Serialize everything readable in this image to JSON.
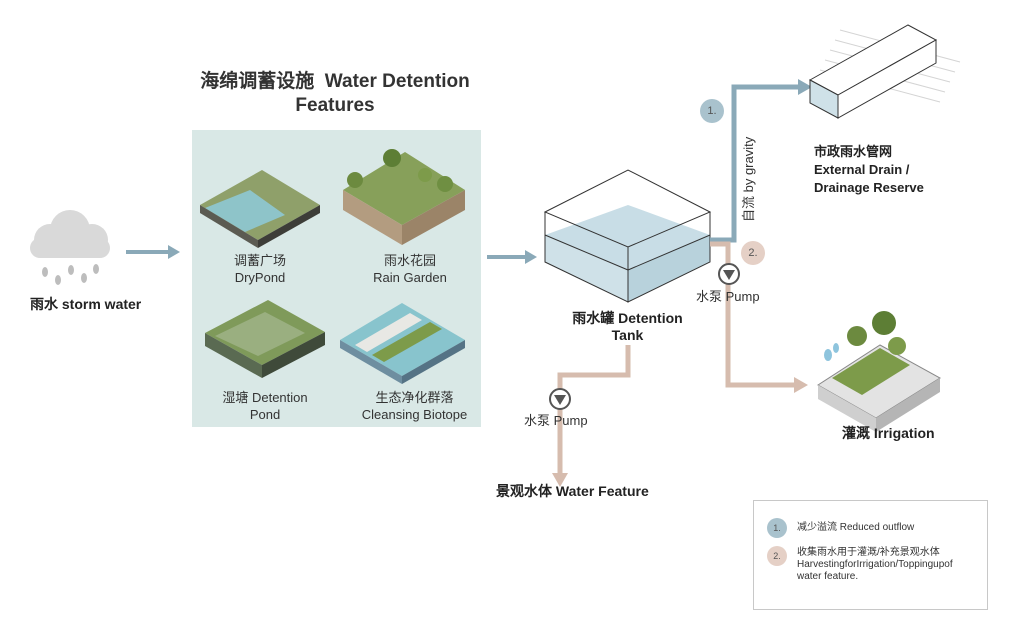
{
  "colors": {
    "blue_flow": "#8aa9b8",
    "pink_flow": "#d6bcae",
    "panel_bg": "#d9e8e6",
    "dot1": "#a9c2cd",
    "dot2": "#e5d0c6"
  },
  "title": {
    "cn": "海绵调蓄设施",
    "en1": "Water Detention",
    "en2": "Features"
  },
  "storm": {
    "label": "雨水 storm water"
  },
  "features": [
    {
      "cn": "调蓄广场",
      "en": "DryPond"
    },
    {
      "cn": "雨水花园",
      "en": "Rain Garden"
    },
    {
      "cn": "湿塘 Detention",
      "en": "Pond"
    },
    {
      "cn": "生态净化群落",
      "en": "Cleansing Biotope"
    }
  ],
  "tank": {
    "line1": "雨水罐 Detention",
    "line2": "Tank"
  },
  "pump_right": "水泵 Pump",
  "pump_left": "水泵 Pump",
  "water_feature": "景观水体 Water Feature",
  "gravity": "自流 by gravity",
  "drain": {
    "cn": "市政雨水管网",
    "en1": "External Drain /",
    "en2": "Drainage  Reserve"
  },
  "irrigation": "灌溉 Irrigation",
  "markers": {
    "one": "1.",
    "two": "2."
  },
  "legend": [
    {
      "num": "1.",
      "text": "减少溢流 Reduced outflow"
    },
    {
      "num": "2.",
      "text1": "收集雨水用于灌溉/补充景观水体",
      "text2": "HarvestingforIrrigation/Toppingupof",
      "text3": "water feature."
    }
  ]
}
